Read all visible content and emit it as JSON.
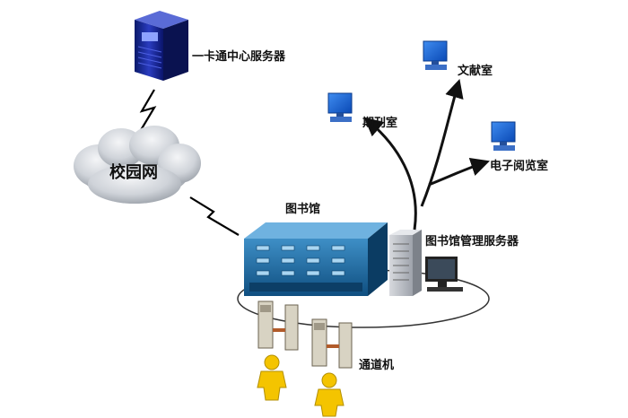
{
  "labels": {
    "card_server": "一卡通中心服务器",
    "campus_network": "校园网",
    "library": "图书馆",
    "library_server": "图书馆管理服务器",
    "periodicals_room": "期刊室",
    "literature_room": "文献室",
    "e_reading_room": "电子阅览室",
    "gate_machine": "通道机"
  },
  "colors": {
    "building_blue": "#1f6fa8",
    "building_dark": "#0c3e66",
    "pc_blue": "#1e6fd6",
    "lightning": "#000000",
    "person_yellow": "#f4c400",
    "cloud_grey": "#c9cdd3"
  },
  "icons": {
    "server": "tower-server-icon",
    "cloud": "cloud-icon",
    "building": "library-building-icon",
    "pc": "desktop-computer-icon",
    "gate": "turnstile-gate-icon",
    "person": "person-icon"
  }
}
